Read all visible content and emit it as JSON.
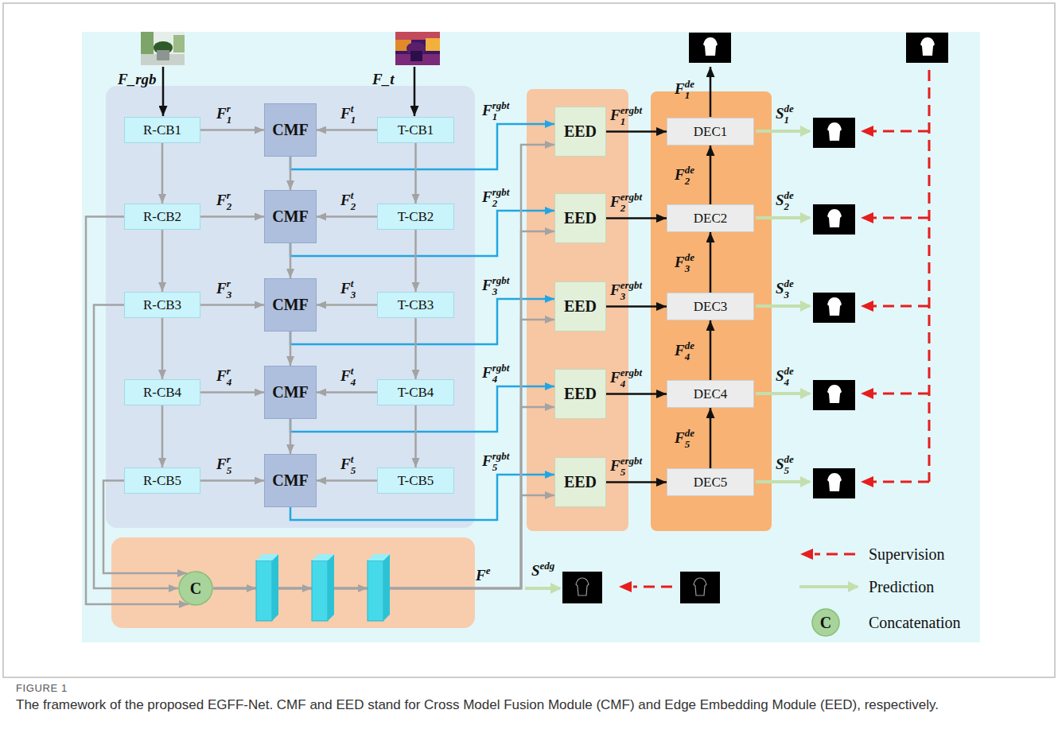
{
  "diagram": {
    "caption": "The framework of the proposed EGFF-Net. CMF and EED stand for Cross Model Fusion Module (CMF) and Edge Embedding Module (EED), respectively.",
    "nodes": [
      {
        "text": [
          "R-CB1"
        ]
      },
      {
        "text": [
          "CMF"
        ]
      },
      {
        "text": [
          "T-CB1"
        ]
      },
      {
        "text": [
          "EED"
        ]
      },
      {
        "text": [
          "DEC1"
        ]
      },
      {
        "text": [
          "R-CB2"
        ]
      },
      {
        "text": [
          "CMF"
        ]
      },
      {
        "text": [
          "T-CB2"
        ]
      },
      {
        "text": [
          "EED"
        ]
      },
      {
        "text": [
          "DEC2"
        ]
      },
      {
        "text": [
          "R-CB3"
        ]
      },
      {
        "text": [
          "CMF"
        ]
      },
      {
        "text": [
          "T-CB3"
        ]
      },
      {
        "text": [
          "EED"
        ]
      },
      {
        "text": [
          "DEC3"
        ]
      },
      {
        "text": [
          "R-CB4"
        ]
      },
      {
        "text": [
          "CMF"
        ]
      },
      {
        "text": [
          "T-CB4"
        ]
      },
      {
        "text": [
          "EED"
        ]
      },
      {
        "text": [
          "DEC4"
        ]
      },
      {
        "text": [
          "R-CB5"
        ]
      },
      {
        "text": [
          "CMF"
        ]
      },
      {
        "text": [
          "T-CB5"
        ]
      },
      {
        "text": [
          "EED"
        ]
      },
      {
        "text": [
          "DEC5"
        ]
      },
      {
        "text": [
          "C"
        ]
      }
    ],
    "edges": [
      {
        "from": 0,
        "to": 1,
        "arrow": "to",
        "label": "F1r"
      },
      {
        "from": 2,
        "to": 1,
        "arrow": "to",
        "label": "F1t"
      },
      {
        "from": 1,
        "to": 3,
        "arrow": "to",
        "label": "F1rgbt"
      },
      {
        "from": 3,
        "to": 4,
        "arrow": "to",
        "label": "F1ergbt"
      },
      {
        "from": 5,
        "to": 6,
        "arrow": "to",
        "label": "F2r"
      },
      {
        "from": 7,
        "to": 6,
        "arrow": "to",
        "label": "F2t"
      },
      {
        "from": 6,
        "to": 8,
        "arrow": "to",
        "label": "F2rgbt"
      },
      {
        "from": 8,
        "to": 9,
        "arrow": "to",
        "label": "F2ergbt"
      },
      {
        "from": 10,
        "to": 11,
        "arrow": "to",
        "label": "F3r"
      },
      {
        "from": 12,
        "to": 11,
        "arrow": "to",
        "label": "F3t"
      },
      {
        "from": 11,
        "to": 13,
        "arrow": "to",
        "label": "F3rgbt"
      },
      {
        "from": 13,
        "to": 14,
        "arrow": "to",
        "label": "F3ergbt"
      },
      {
        "from": 15,
        "to": 16,
        "arrow": "to",
        "label": "F4r"
      },
      {
        "from": 17,
        "to": 16,
        "arrow": "to",
        "label": "F4t"
      },
      {
        "from": 16,
        "to": 18,
        "arrow": "to",
        "label": "F4rgbt"
      },
      {
        "from": 18,
        "to": 19,
        "arrow": "to",
        "label": "F4ergbt"
      },
      {
        "from": 20,
        "to": 21,
        "arrow": "to",
        "label": "F5r"
      },
      {
        "from": 22,
        "to": 21,
        "arrow": "to",
        "label": "F5t"
      },
      {
        "from": 21,
        "to": 23,
        "arrow": "to",
        "label": "F5rgbt"
      },
      {
        "from": 23,
        "to": 24,
        "arrow": "to",
        "label": "F5ergbt"
      },
      {
        "from": 0,
        "to": 5,
        "arrow": "to"
      },
      {
        "from": 2,
        "to": 7,
        "arrow": "to"
      },
      {
        "from": 1,
        "to": 6,
        "arrow": "to"
      },
      {
        "from": 9,
        "to": 4,
        "arrow": "to",
        "label": "F2de"
      },
      {
        "from": 5,
        "to": 10,
        "arrow": "to"
      },
      {
        "from": 7,
        "to": 12,
        "arrow": "to"
      },
      {
        "from": 6,
        "to": 11,
        "arrow": "to"
      },
      {
        "from": 14,
        "to": 9,
        "arrow": "to",
        "label": "F3de"
      },
      {
        "from": 10,
        "to": 15,
        "arrow": "to"
      },
      {
        "from": 12,
        "to": 17,
        "arrow": "to"
      },
      {
        "from": 11,
        "to": 16,
        "arrow": "to"
      },
      {
        "from": 19,
        "to": 14,
        "arrow": "to",
        "label": "F4de"
      },
      {
        "from": 15,
        "to": 20,
        "arrow": "to"
      },
      {
        "from": 17,
        "to": 22,
        "arrow": "to"
      },
      {
        "from": 16,
        "to": 21,
        "arrow": "to"
      },
      {
        "from": 24,
        "to": 19,
        "arrow": "to",
        "label": "F5de"
      },
      {
        "from": 5,
        "to": 25,
        "arrow": "to"
      },
      {
        "from": 10,
        "to": 25,
        "arrow": "to"
      },
      {
        "from": 20,
        "to": 25,
        "arrow": "to"
      },
      {
        "from": 25,
        "to": 3,
        "arrow": "to"
      },
      {
        "from": 25,
        "to": 8,
        "arrow": "to"
      },
      {
        "from": 25,
        "to": 13,
        "arrow": "to"
      },
      {
        "from": 25,
        "to": 18,
        "arrow": "to"
      },
      {
        "from": 25,
        "to": 23,
        "arrow": "to",
        "label": "Fe"
      }
    ],
    "labels": [
      "F_rgb",
      "F_t",
      "F1de",
      "S1de",
      "S2de",
      "S3de",
      "S4de",
      "S5de",
      "Sedg",
      "C",
      "FIGURE 1"
    ],
    "legend": [
      {
        "text": "Supervision"
      },
      {
        "text": "Prediction"
      },
      {
        "text": "Concatenation"
      }
    ]
  }
}
